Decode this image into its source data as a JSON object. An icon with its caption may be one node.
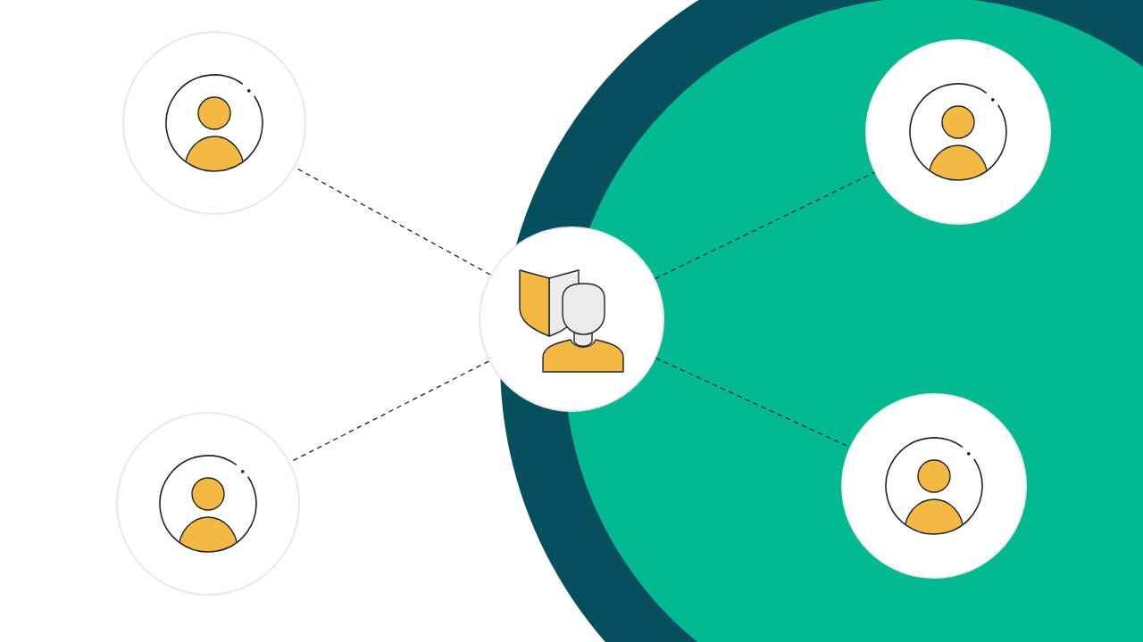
{
  "diagram": {
    "nodes": [
      {
        "text": [],
        "shape": "circle"
      },
      {
        "text": [],
        "shape": "circle"
      },
      {
        "text": [],
        "shape": "circle"
      },
      {
        "text": [],
        "shape": "circle"
      },
      {
        "text": [],
        "shape": "circle"
      }
    ],
    "edges": [
      {
        "from": 2,
        "to": 0,
        "arrow": "none",
        "style": "dashed"
      },
      {
        "from": 2,
        "to": 1,
        "arrow": "none",
        "style": "dashed"
      },
      {
        "from": 2,
        "to": 3,
        "arrow": "none",
        "style": "dashed"
      },
      {
        "from": 2,
        "to": 4,
        "arrow": "none",
        "style": "dashed"
      }
    ]
  }
}
